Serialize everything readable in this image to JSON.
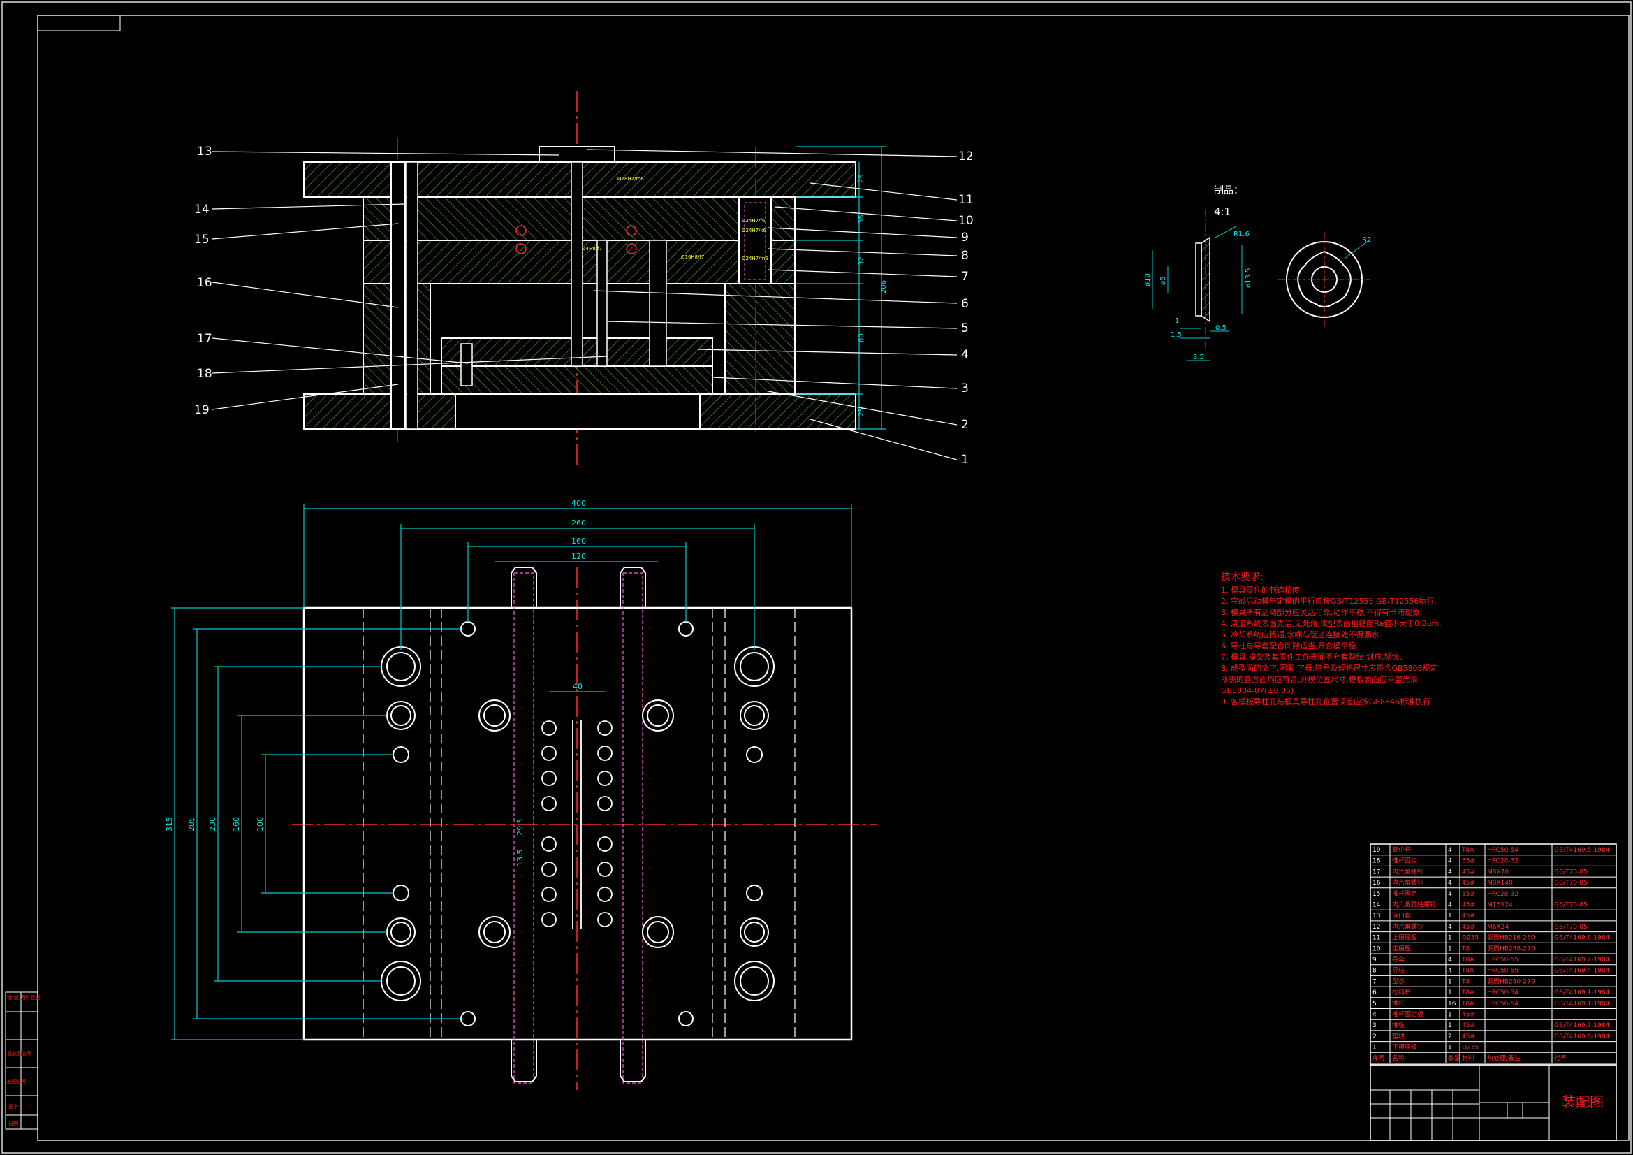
{
  "view": {
    "scale_label": "4:1"
  },
  "section_view": {
    "callouts_left": [
      "13",
      "14",
      "15",
      "16",
      "17",
      "18",
      "19"
    ],
    "callouts_right": [
      "12",
      "11",
      "10",
      "9",
      "8",
      "7",
      "6",
      "5",
      "4",
      "3",
      "2",
      "1"
    ],
    "dimensions_right": [
      "25",
      "35",
      "32",
      "206",
      "80",
      "25"
    ]
  },
  "plan_view": {
    "horizontal_dims": [
      "400",
      "260",
      "160",
      "120",
      "40"
    ],
    "vertical_dims": [
      "315",
      "285",
      "230",
      "160",
      "100"
    ],
    "center_dims": [
      "13.5",
      "29.5"
    ]
  },
  "detail_view": {
    "dims": [
      "ø10",
      "ø5",
      "ø13.5",
      "R1.6",
      "1",
      "1.5",
      "0.5",
      "3.5",
      "R2"
    ]
  },
  "tech_requirements": {
    "title": "技术要求:",
    "items": [
      "1. 模具零件的制造精度.",
      "2. 完成后动模与定模的平行度按GB/T12555,GB/T12556执行.",
      "3. 模具所有活动部分应灵活可靠,动作平稳,不得有卡滞现象.",
      "4. 浇道系统表面光洁,无死角,成型表面粗糙度Ra值不大于0.8um.",
      "5. 冷却系统应畅通,水嘴与管道连接处不得漏水.",
      "6. 导柱与导套配合间隙适当,开合模平稳.",
      "7. 模具,模架及其零件工作表面不允有裂纹,划痕,锈蚀.",
      "8. 成型面的文字,图案,字母,符号及规格尺寸应符合GB5808规定",
      "   所需的各方面均应符合,开模位置尺寸,模板表面应平整光滑",
      "   GB8804-87(±0.05)",
      "9. 各模板导柱孔与模具导柱孔位置误差应按GB8846标准执行."
    ]
  },
  "bom": {
    "rows": [
      {
        "no": "19",
        "name": "复位杆",
        "qty": "4",
        "material": "T8A",
        "spec": "HRC50-54",
        "std": "GB/T4169.5-1984"
      },
      {
        "no": "18",
        "name": "推杆固定",
        "qty": "4",
        "material": "35#",
        "spec": "HRC28-32",
        "std": ""
      },
      {
        "no": "17",
        "name": "内六角螺钉",
        "qty": "4",
        "material": "45#",
        "spec": "M8X70",
        "std": "GB/T70-85"
      },
      {
        "no": "16",
        "name": "内六角螺钉",
        "qty": "4",
        "material": "45#",
        "spec": "M8X140",
        "std": "GB/T70-85"
      },
      {
        "no": "15",
        "name": "推杆固定",
        "qty": "4",
        "material": "35#",
        "spec": "HRC28-32",
        "std": ""
      },
      {
        "no": "14",
        "name": "内六角圆柱螺钉",
        "qty": "4",
        "material": "45#",
        "spec": "M16X24",
        "std": "GB/T70-85"
      },
      {
        "no": "13",
        "name": "浇口套",
        "qty": "1",
        "material": "45#",
        "spec": "",
        "std": ""
      },
      {
        "no": "12",
        "name": "内六角螺钉",
        "qty": "4",
        "material": "45#",
        "spec": "M6X24",
        "std": "GB/T70-85"
      },
      {
        "no": "11",
        "name": "上模座板",
        "qty": "1",
        "material": "Q235",
        "spec": "调质HB216-260",
        "std": "GB/T4169.8-1984"
      },
      {
        "no": "10",
        "name": "定模板",
        "qty": "1",
        "material": "T8",
        "spec": "调质HB238-270",
        "std": ""
      },
      {
        "no": "9",
        "name": "导套",
        "qty": "4",
        "material": "T8A",
        "spec": "HRC50-55",
        "std": "GB/T4169.2-1984"
      },
      {
        "no": "8",
        "name": "导柱",
        "qty": "4",
        "material": "T8A",
        "spec": "HRC50-55",
        "std": "GB/T4169.4-1984"
      },
      {
        "no": "7",
        "name": "型芯",
        "qty": "1",
        "material": "T8",
        "spec": "调质HB230-270",
        "std": ""
      },
      {
        "no": "6",
        "name": "拉料杆",
        "qty": "1",
        "material": "T8A",
        "spec": "HRC50-54",
        "std": "GB/T4169.1-1984"
      },
      {
        "no": "5",
        "name": "推杆",
        "qty": "16",
        "material": "T8A",
        "spec": "HRC50-54",
        "std": "GB/T4169.1-1984"
      },
      {
        "no": "4",
        "name": "推杆固定板",
        "qty": "1",
        "material": "45#",
        "spec": "",
        "std": ""
      },
      {
        "no": "3",
        "name": "推板",
        "qty": "1",
        "material": "45#",
        "spec": "",
        "std": "GB/T4169.7-1984"
      },
      {
        "no": "2",
        "name": "垫块",
        "qty": "2",
        "material": "45#",
        "spec": "",
        "std": "GB/T4169.6-1984"
      },
      {
        "no": "1",
        "name": "下模座板",
        "qty": "1",
        "material": "Q235",
        "spec": "",
        "std": ""
      }
    ],
    "header": [
      "序号",
      "名称",
      "数量",
      "材料",
      "热处理/备注",
      "代号"
    ]
  },
  "title_block": {
    "drawing_name": "装配图"
  },
  "left_strip": [
    "借(通)用件登记",
    "旧底图总号",
    "底图总号",
    "签字",
    "日期"
  ]
}
